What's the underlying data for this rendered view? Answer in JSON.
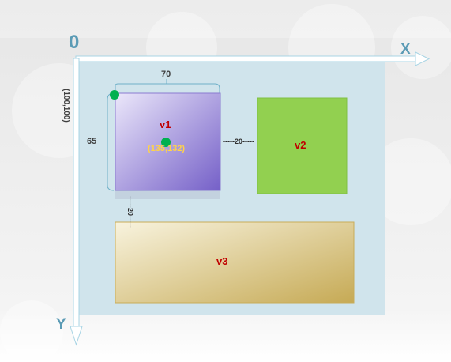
{
  "origin_label": "0",
  "x_axis_label": "X",
  "y_axis_label": "Y",
  "views": [
    {
      "name": "v1",
      "color": "#c00000"
    },
    {
      "name": "v2",
      "color": "#c00000"
    },
    {
      "name": "v3",
      "color": "#c00000"
    }
  ],
  "v1_origin_label": "(100,100)",
  "v1_center_label": "(135,132)",
  "v1_width_label": "70",
  "v1_height_label": "65",
  "gap_horizontal_label": "-----20-----",
  "gap_vertical_label": "-----20-----",
  "colors": {
    "canvas": "#d0e4ec",
    "axis": "#9ecfe0",
    "axis_label": "#5b9bb5",
    "v1_from": "#e8e4f8",
    "v1_to": "#7a62cc",
    "v2": "#92d050",
    "v3_from": "#f6f0d8",
    "v3_to": "#c8ac58",
    "point": "#00b050",
    "center_label": "#ffd24a"
  }
}
